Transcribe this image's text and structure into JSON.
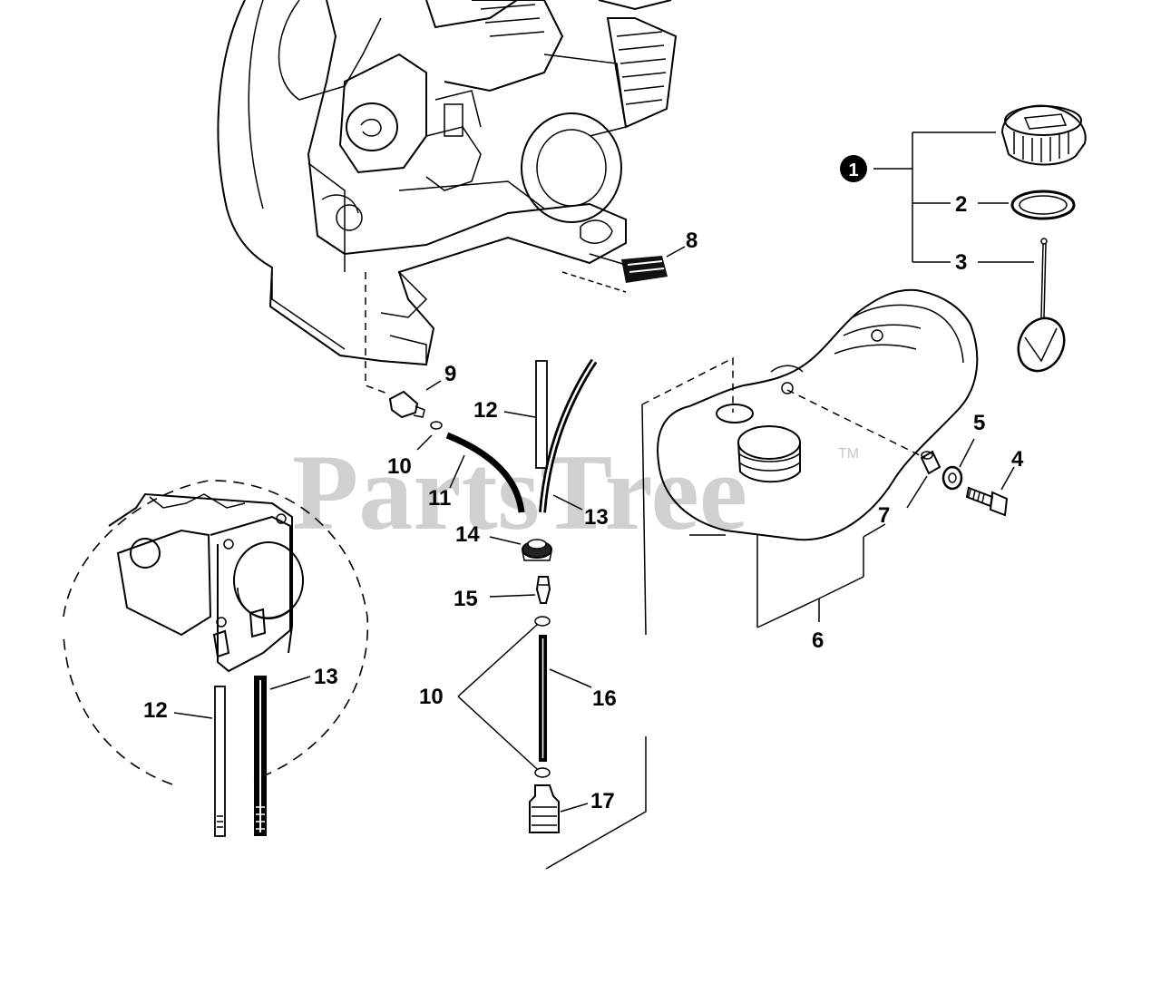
{
  "watermark": {
    "text": "PartsTree",
    "trademark": "TM"
  },
  "callouts": {
    "c1": "1",
    "c2": "2",
    "c3": "3",
    "c4": "4",
    "c5": "5",
    "c6": "6",
    "c7": "7",
    "c8": "8",
    "c9": "9",
    "c10a": "10",
    "c10b": "10",
    "c11": "11",
    "c12a": "12",
    "c12b": "12",
    "c13a": "13",
    "c13b": "13",
    "c14": "14",
    "c15": "15",
    "c16": "16",
    "c17": "17"
  }
}
